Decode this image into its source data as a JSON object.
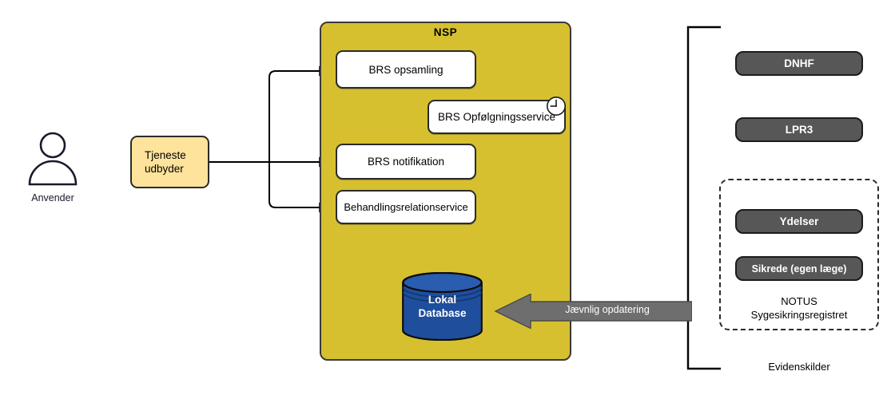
{
  "diagram": {
    "actor": {
      "icon": "person-icon",
      "label": "Anvender"
    },
    "service_provider": {
      "label": "Tjeneste\nudbyder",
      "line1": "Tjeneste",
      "line2": "udbyder",
      "color": "#fde39b"
    },
    "platform": {
      "title": "NSP",
      "color": "#d6c02f",
      "services": [
        {
          "id": "brs-opsamling",
          "label": "BRS opsamling"
        },
        {
          "id": "brs-opfoelgningsservice",
          "label": "BRS Opfølgningsservice",
          "badge": "clock-icon"
        },
        {
          "id": "brs-notifikation",
          "label": "BRS notifikation"
        },
        {
          "id": "behandlingsrelationservice",
          "label": "Behandlingsrelationservice"
        }
      ],
      "database": {
        "line1": "Lokal",
        "line2": "Database",
        "color": "#1f4e9c"
      }
    },
    "update_flow": {
      "label": "Jævnlig opdatering",
      "color": "#6e6e6e",
      "direction": "right-to-left"
    },
    "evidence": {
      "bracket_label": "Evidenskilder",
      "sources": [
        {
          "id": "dnhf",
          "label": "DNHF",
          "grouped": false
        },
        {
          "id": "lpr3",
          "label": "LPR3",
          "grouped": false
        },
        {
          "id": "ydelser",
          "label": "Ydelser",
          "grouped": true
        },
        {
          "id": "sikrede",
          "label": "Sikrede (egen læge)",
          "grouped": true
        }
      ],
      "group": {
        "line1": "NOTUS",
        "line2": "Sygesikringsregistret"
      },
      "source_color": "#575757"
    }
  }
}
